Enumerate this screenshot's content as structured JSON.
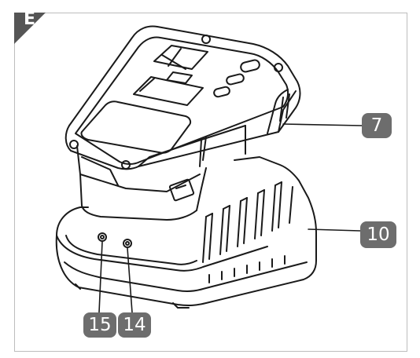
{
  "section_label": "E",
  "callouts": {
    "c7": "7",
    "c10": "10",
    "c15": "15",
    "c14": "14"
  },
  "colors": {
    "badge": "#6d6d6d",
    "frame": "#bdbdbd",
    "corner": "#555555",
    "line": "#1a1a1a"
  }
}
